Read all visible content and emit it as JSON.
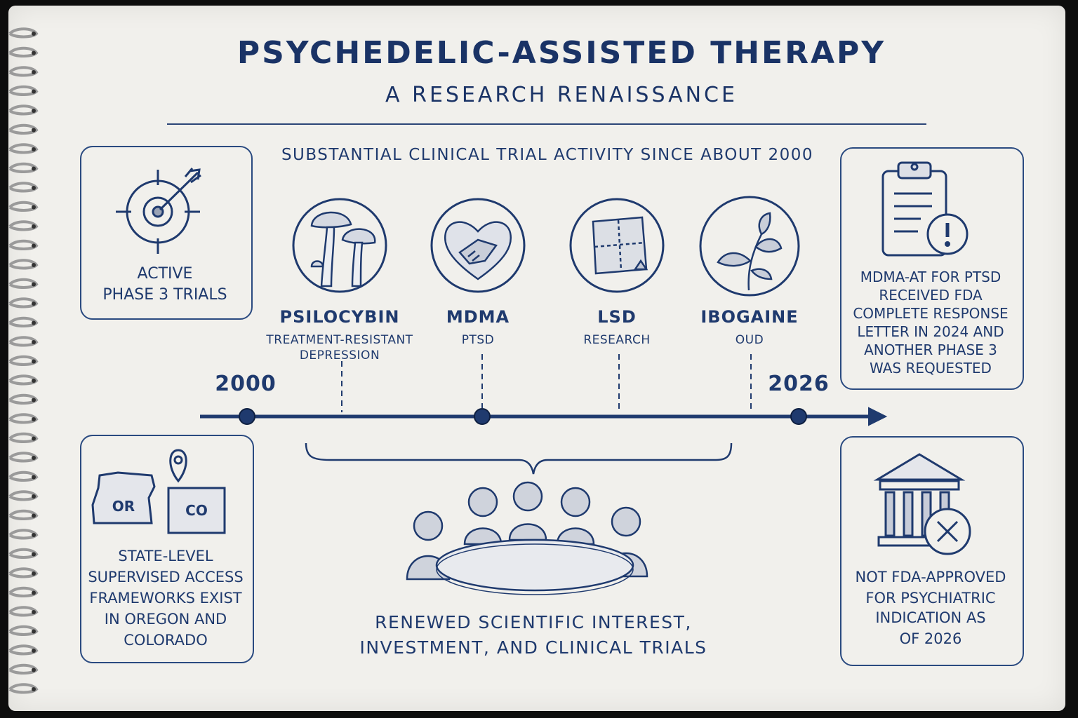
{
  "header": {
    "title": "PSYCHEDELIC-ASSISTED THERAPY",
    "subtitle": "A RESEARCH RENAISSANCE",
    "trials_heading": "SUBSTANTIAL CLINICAL TRIAL ACTIVITY SINCE ABOUT 2000"
  },
  "boxes": {
    "phase3": {
      "lines": [
        "ACTIVE",
        "PHASE 3 TRIALS"
      ],
      "icon": "target-arrow-icon"
    },
    "fda_letter": {
      "lines": [
        "MDMA-AT FOR PTSD",
        "RECEIVED FDA",
        "COMPLETE RESPONSE",
        "LETTER IN 2024 AND",
        "ANOTHER PHASE 3",
        "WAS REQUESTED"
      ],
      "icon": "clipboard-alert-icon"
    },
    "state_access": {
      "lines": [
        "STATE-LEVEL",
        "SUPERVISED ACCESS",
        "FRAMEWORKS EXIST",
        "IN OREGON AND",
        "COLORADO"
      ],
      "icon": "state-map-icon",
      "state_1": "OR",
      "state_2": "CO"
    },
    "not_approved": {
      "lines": [
        "NOT FDA-APPROVED",
        "FOR PSYCHIATRIC",
        "INDICATION AS",
        "OF 2026"
      ],
      "icon": "courthouse-x-icon"
    }
  },
  "substances": [
    {
      "name": "PSILOCYBIN",
      "indication_lines": [
        "TREATMENT-RESISTANT",
        "DEPRESSION"
      ],
      "icon": "mushroom-icon"
    },
    {
      "name": "MDMA",
      "indication_lines": [
        "PTSD"
      ],
      "icon": "heart-handshake-icon"
    },
    {
      "name": "LSD",
      "indication_lines": [
        "RESEARCH"
      ],
      "icon": "blotter-paper-icon"
    },
    {
      "name": "IBOGAINE",
      "indication_lines": [
        "OUD"
      ],
      "icon": "plant-icon"
    }
  ],
  "timeline": {
    "start_year": "2000",
    "end_year": "2026"
  },
  "caption": {
    "lines": [
      "RENEWED SCIENTIFIC INTEREST,",
      "INVESTMENT, AND CLINICAL TRIALS"
    ],
    "icon": "round-table-meeting-icon"
  },
  "colors": {
    "ink": "#1f3a6e",
    "paper": "#f1f0ec",
    "background": "#0d0d0d"
  }
}
